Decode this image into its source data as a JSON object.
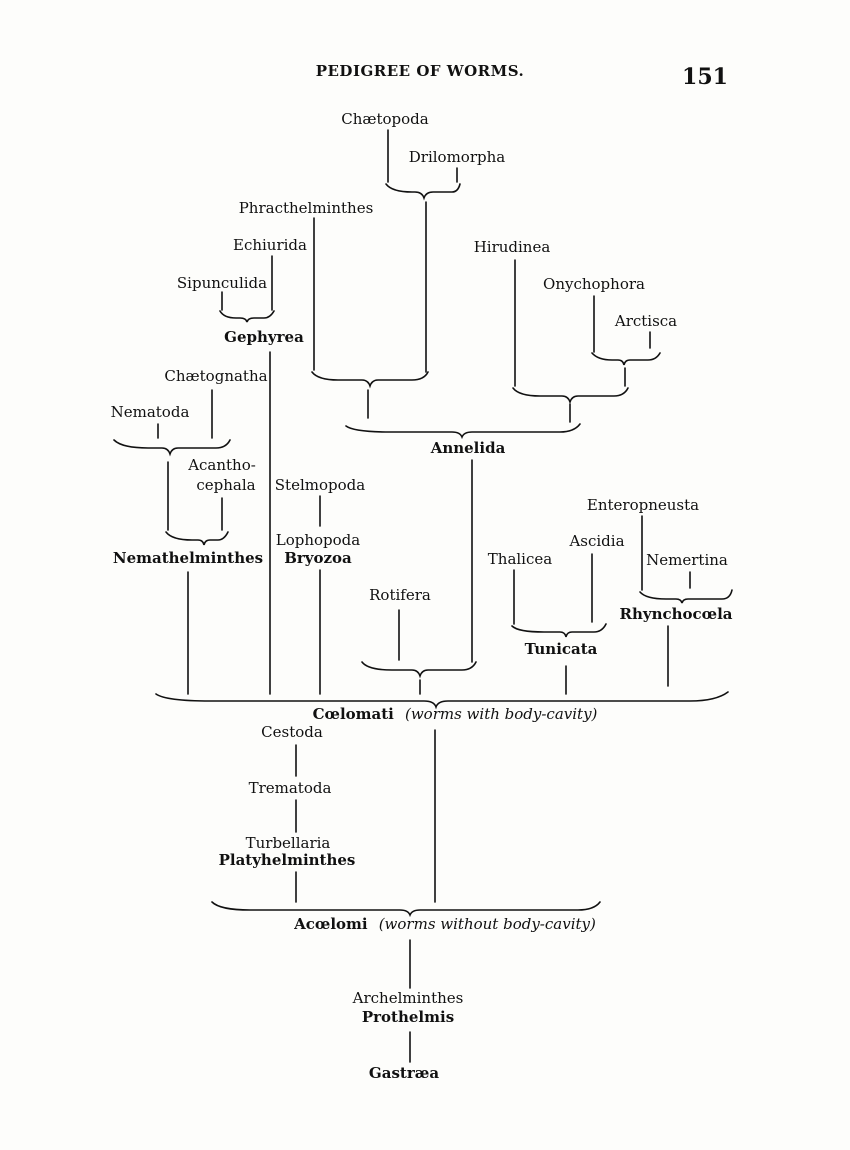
{
  "header": {
    "title": "PEDIGREE OF WORMS.",
    "page_number": "151"
  },
  "taxa": {
    "chaetopoda": "Chætopoda",
    "drilomorpha": "Drilomorpha",
    "phracthelminthes": "Phracthelminthes",
    "echiurida": "Echiurida",
    "sipunculida": "Sipunculida",
    "gephyrea": "Gephyrea",
    "hirudinea": "Hirudinea",
    "onychophora": "Onychophora",
    "arctisca": "Arctisca",
    "chaetognatha": "Chætognatha",
    "nematoda": "Nematoda",
    "acanthocephala_1": "Acantho-",
    "acanthocephala_2": "cephala",
    "nemathelminthes": "Nemathelminthes",
    "stelmopoda": "Stelmopoda",
    "lophopoda": "Lophopoda",
    "bryozoa": "Bryozoa",
    "annelida": "Annelida",
    "enteropneusta": "Enteropneusta",
    "ascidia": "Ascidia",
    "thalicea": "Thalicea",
    "nemertina": "Nemertina",
    "rhynchocoela": "Rhynchocœla",
    "rotifera": "Rotifera",
    "tunicata": "Tunicata",
    "coelomati": "Cœlomati",
    "coelomati_note": "(worms with body-cavity)",
    "cestoda": "Cestoda",
    "trematoda": "Trematoda",
    "turbellaria": "Turbellaria",
    "platyhelminthes": "Platyhelminthes",
    "acoelomi": "Acœlomi",
    "acoelomi_note": "(worms without body-cavity)",
    "archelminthes": "Archelminthes",
    "prothelmis": "Prothelmis",
    "gastraea": "Gastræa"
  }
}
